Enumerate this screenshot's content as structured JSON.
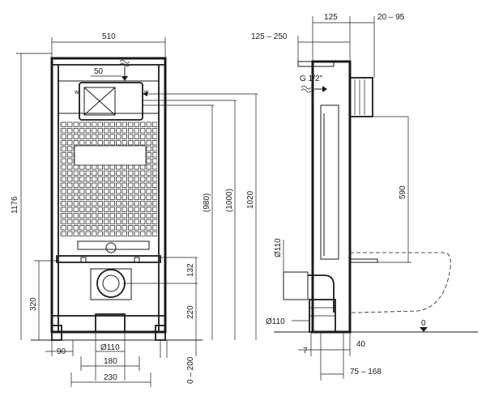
{
  "front_view": {
    "width_total": "510",
    "top_offset": "50",
    "height_total": "1176",
    "height_980": "(980)",
    "height_1000": "(1000)",
    "height_1020": "1020",
    "height_320": "320",
    "height_132": "132",
    "height_220": "220",
    "height_0_200": "0 – 200",
    "width_90": "90",
    "diameter_110": "Ø110",
    "width_180": "180",
    "width_230": "230"
  },
  "side_view": {
    "dim_125": "125",
    "dim_20_95": "20 – 95",
    "dim_125_250": "125 – 250",
    "connection_g12": "G 1/2\"",
    "dim_590": "590",
    "diameter_110_top": "Ø110",
    "diameter_110_bottom": "Ø110",
    "dim_7": "7",
    "dim_40": "40",
    "dim_75_168": "75 – 168",
    "floor_level": "0"
  }
}
